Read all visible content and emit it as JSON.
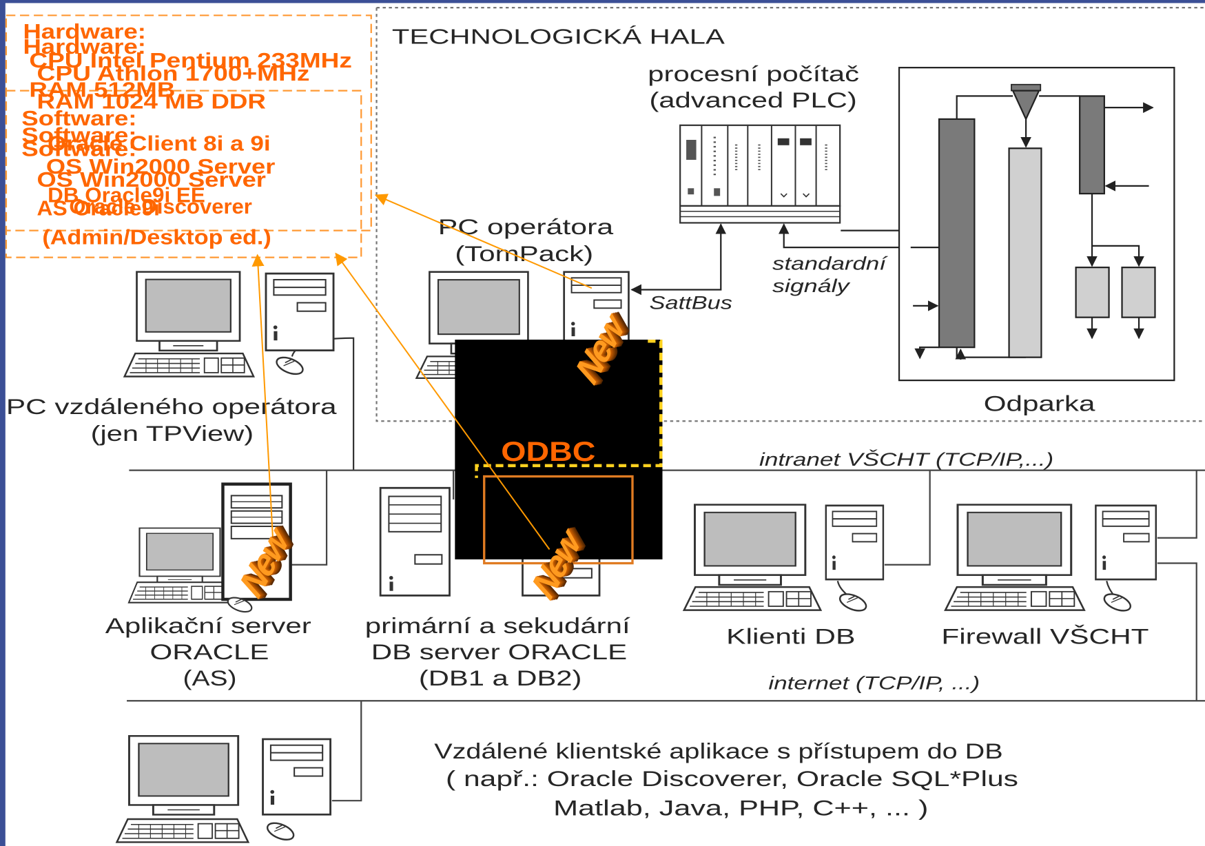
{
  "colors": {
    "frame": "#3b4f96",
    "spec_text": "#ff6600",
    "spec_box": "#ff9933",
    "arrow": "#ff9900",
    "odbc_highlight": "#ffd21f",
    "odbc_box": "#e07b22",
    "new_badge": "#ff9a1f",
    "equipment_dark": "#7a7a7a",
    "equipment_light": "#d0d0d0"
  },
  "specs": {
    "pc_operator": [
      "Hardware:",
      "CPU Intel Pentium 233MHz",
      "RAM 512MB",
      "Software:",
      "Oracle Client 8i a 9i",
      "OS Win2000 Server"
    ],
    "app_server": [
      "Hardware:",
      "CPU Athlon 1700+MHz",
      "RAM 1024 MB DDR",
      "Software:",
      "OS Win2000 Server",
      "AS Oracle9i",
      "Oracle Discoverer",
      "(Admin/Desktop ed.)"
    ],
    "db_server": [
      "Software:",
      "DB Oracle9i EE"
    ]
  },
  "hall": {
    "title": "TECHNOLOGICKÁ HALA"
  },
  "plc": {
    "line1": "procesní počítač",
    "line2": "(advanced PLC)"
  },
  "operator_pc": {
    "line1": "PC operátora",
    "line2": "(TomPack)"
  },
  "signals": {
    "standard_line1": "standardní",
    "standard_line2": "signály",
    "bus": "SattBus"
  },
  "evaporator": {
    "label": "Odparka"
  },
  "remote_operator": {
    "line1": "PC vzdáleného operátora",
    "line2": "(jen TPView)"
  },
  "networks": {
    "intranet": "intranet VŠCHT (TCP/IP,...)",
    "internet": "internet (TCP/IP, ...)"
  },
  "app_server": {
    "line1": "Aplikační server",
    "line2": "ORACLE",
    "line3": "(AS)"
  },
  "db_server": {
    "line1": "primární a sekudární",
    "line2": "DB server ORACLE",
    "line3": "(DB1 a DB2)"
  },
  "clients": {
    "label": "Klienti DB"
  },
  "firewall": {
    "label": "Firewall VŠCHT"
  },
  "remote_apps": {
    "line1": "Vzdálené klientské aplikace s přístupem do DB",
    "line2": "( např.: Oracle Discoverer, Oracle SQL*Plus",
    "line3": "Matlab, Java, PHP, C++, ... )"
  },
  "odbc": {
    "label": "ODBC"
  },
  "badges": {
    "new": "New"
  }
}
